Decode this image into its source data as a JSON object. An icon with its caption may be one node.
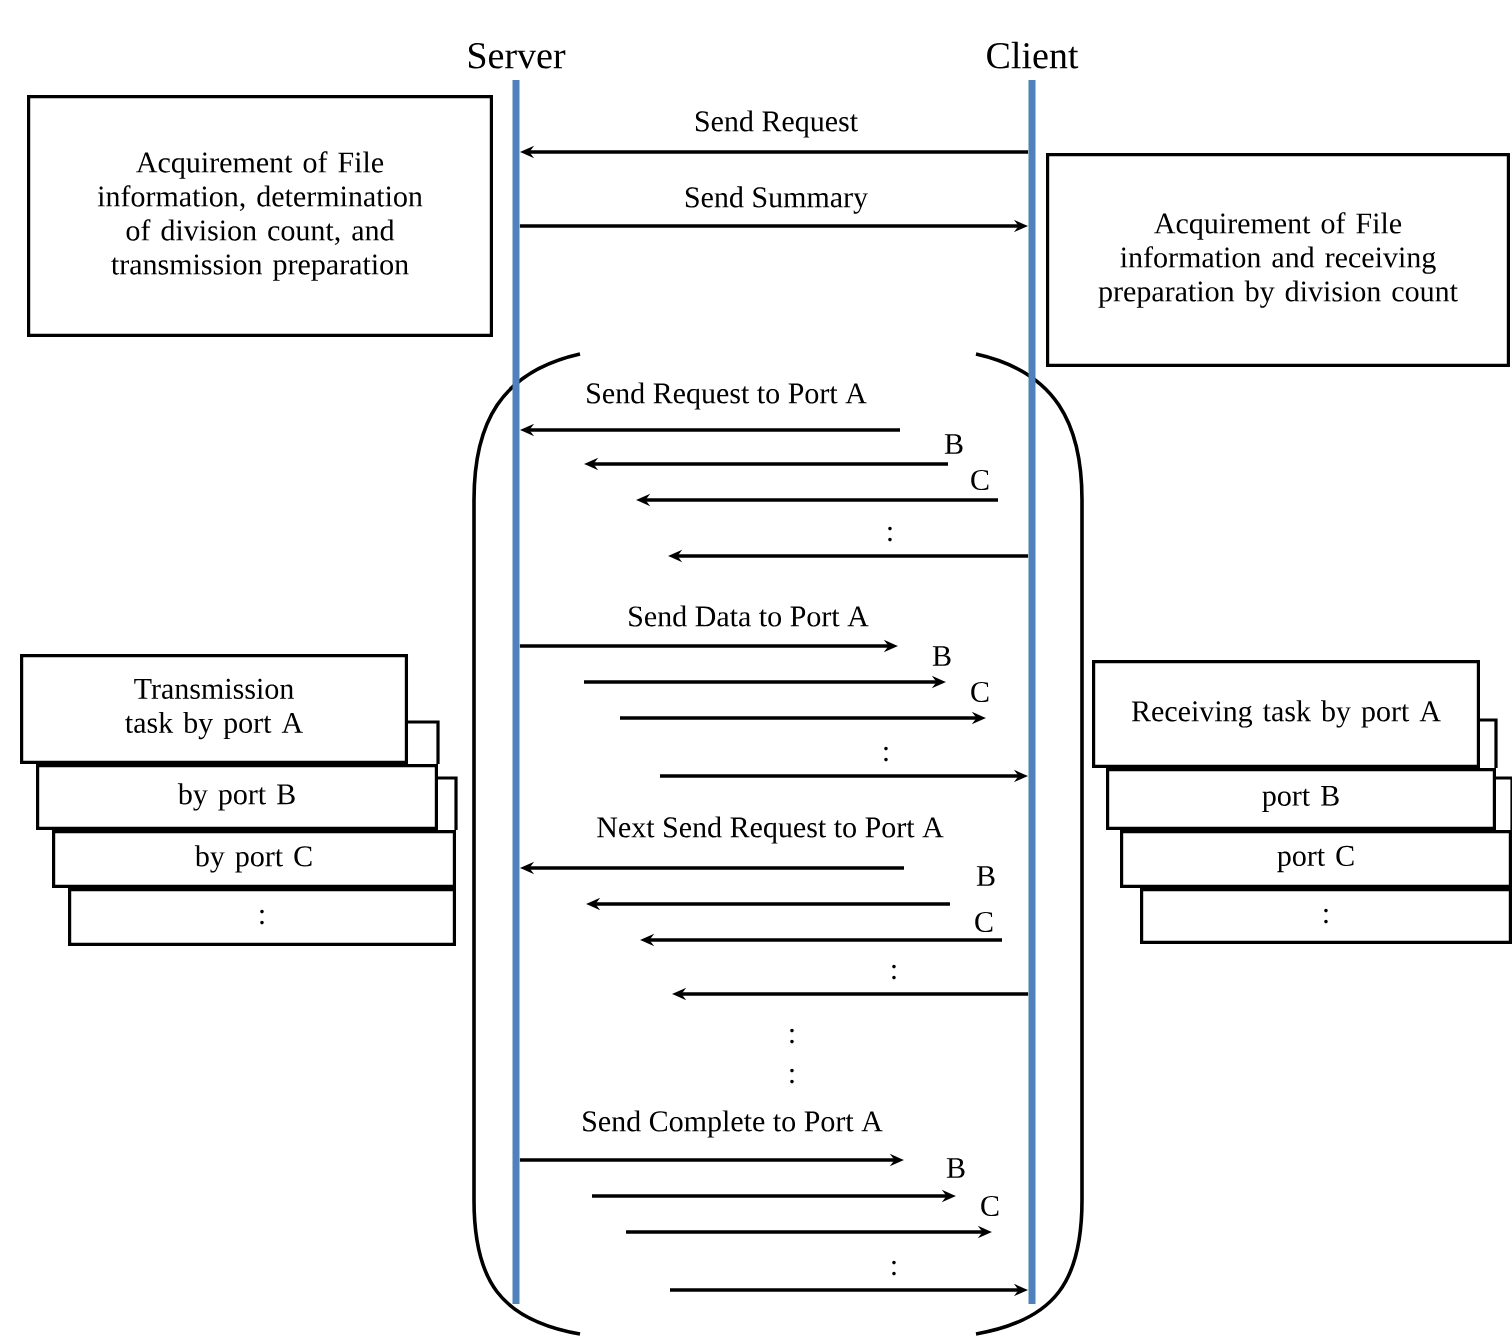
{
  "diagram": {
    "nodes": [
      {
        "text": [
          "Server"
        ]
      },
      {
        "text": [
          "Client"
        ]
      },
      {
        "text": [
          "Acquirement of File information, determination of division count, and transmission preparation"
        ]
      },
      {
        "text": [
          "Acquirement of File information and receiving preparation by division count"
        ]
      },
      {
        "text": [
          "Transmission task by port A"
        ]
      },
      {
        "text": [
          "by port B"
        ]
      },
      {
        "text": [
          "by port C"
        ]
      },
      {
        "text": [
          ":"
        ]
      },
      {
        "text": [
          "Receiving task by port A"
        ]
      },
      {
        "text": [
          "port B"
        ]
      },
      {
        "text": [
          "port C"
        ]
      },
      {
        "text": [
          ":"
        ]
      }
    ],
    "edges": [
      {
        "from": 1,
        "to": 0,
        "arrow": "to",
        "label": "Send Request"
      },
      {
        "from": 0,
        "to": 1,
        "arrow": "to",
        "label": "Send Summary"
      },
      {
        "from": null,
        "to": 0,
        "arrow": "to",
        "label": "Send Request to Port A"
      },
      {
        "from": 1,
        "to": null,
        "arrow": "to",
        "label": ":"
      },
      {
        "from": 0,
        "to": null,
        "arrow": "to",
        "label": "Send Data to Port A"
      },
      {
        "from": null,
        "to": 1,
        "arrow": "to",
        "label": ":"
      },
      {
        "from": null,
        "to": 0,
        "arrow": "to",
        "label": "Next Send Request to Port A"
      },
      {
        "from": 1,
        "to": null,
        "arrow": "to",
        "label": ":"
      },
      {
        "from": 0,
        "to": null,
        "arrow": "to",
        "label": "Send Complete to Port A"
      },
      {
        "from": null,
        "to": 1,
        "arrow": "to",
        "label": ":"
      }
    ],
    "labels": [
      "B",
      "C",
      "B",
      "C",
      "B",
      "C",
      ":",
      ":",
      "B",
      "C"
    ]
  }
}
